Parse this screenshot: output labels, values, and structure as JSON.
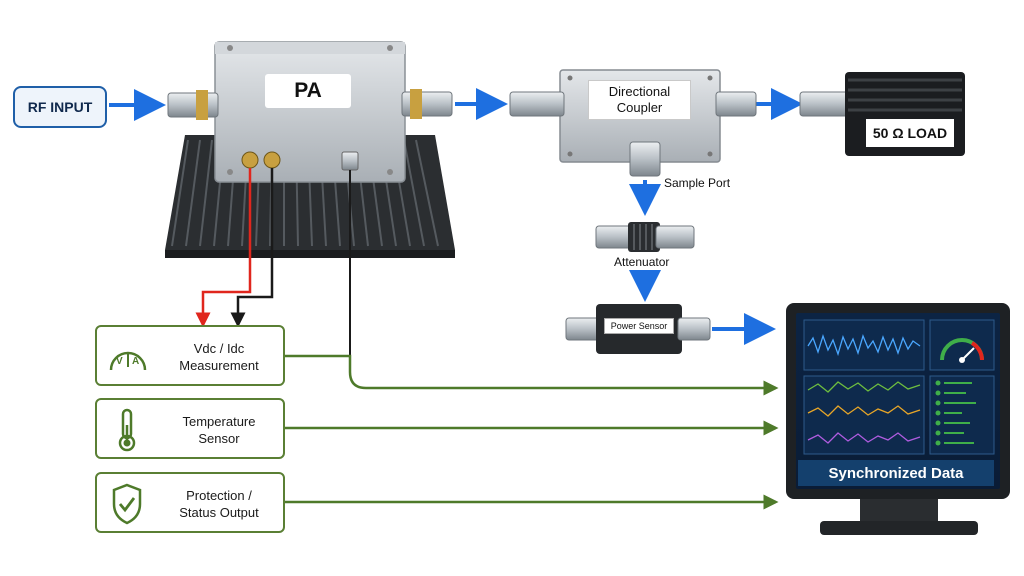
{
  "blocks": {
    "rf_input": "RF INPUT",
    "pa": "PA",
    "coupler_line1": "Directional",
    "coupler_line2": "Coupler",
    "load": "50 Ω LOAD",
    "sample_port": "Sample Port",
    "attenuator": "Attenuator",
    "power_sensor": "Power Sensor"
  },
  "measurements": {
    "vdc_line1": "Vdc / Idc",
    "vdc_line2": "Measurement",
    "temp_line1": "Temperature",
    "temp_line2": "Sensor",
    "prot_line1": "Protection /",
    "prot_line2": "Status Output"
  },
  "monitor": {
    "title": "Synchronized Data"
  },
  "colors": {
    "rf_path": "#1e6fe0",
    "measure_path": "#4e7a2a",
    "positive_wire": "#e0261d",
    "negative_wire": "#1a1a1a"
  },
  "icons": [
    "voltmeter-icon",
    "thermometer-icon",
    "shield-check-icon",
    "gauge-icon"
  ]
}
